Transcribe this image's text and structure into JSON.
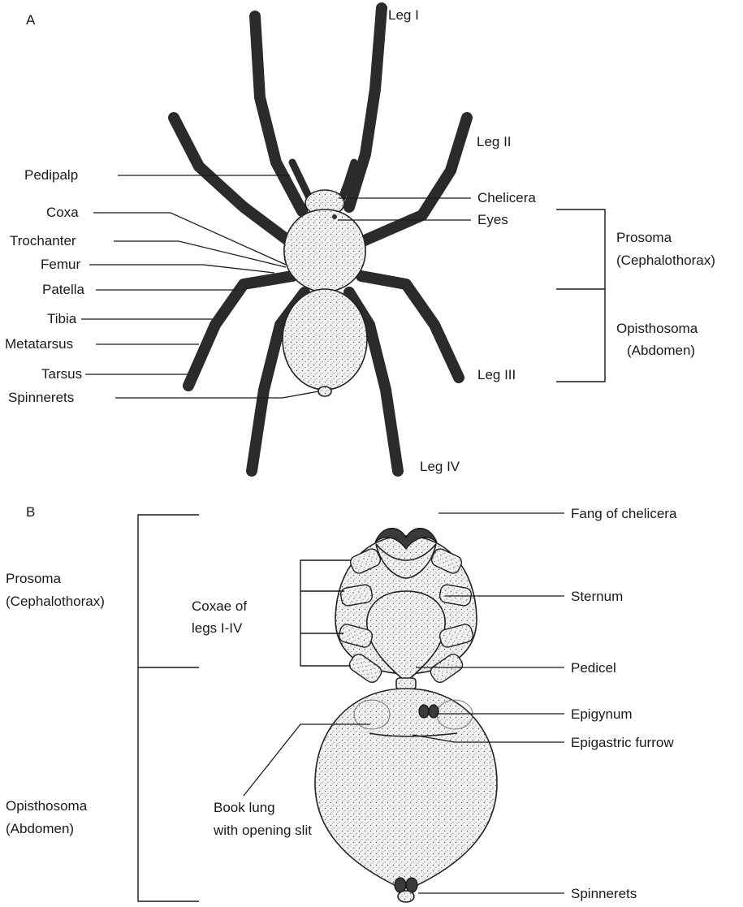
{
  "panel_a": {
    "letter": "A",
    "labels": {
      "leg1": "Leg I",
      "leg2": "Leg II",
      "leg3": "Leg III",
      "leg4": "Leg IV",
      "pedipalp": "Pedipalp",
      "coxa": "Coxa",
      "trochanter": "Trochanter",
      "femur": "Femur",
      "patella": "Patella",
      "tibia": "Tibia",
      "metatarsus": "Metatarsus",
      "tarsus": "Tarsus",
      "spinnerets": "Spinnerets",
      "chelicera": "Chelicera",
      "eyes": "Eyes",
      "prosoma_line1": "Prosoma",
      "prosoma_line2": "(Cephalothorax)",
      "opisthosoma_line1": "Opisthosoma",
      "opisthosoma_line2": "(Abdomen)"
    }
  },
  "panel_b": {
    "letter": "B",
    "labels": {
      "prosoma_line1": "Prosoma",
      "prosoma_line2": "(Cephalothorax)",
      "opisthosoma_line1": "Opisthosoma",
      "opisthosoma_line2": "(Abdomen)",
      "coxae_line1": "Coxae of",
      "coxae_line2": "legs I-IV",
      "book_lung_line1": "Book lung",
      "book_lung_line2": "with opening slit",
      "fang": "Fang of chelicera",
      "sternum": "Sternum",
      "pedicel": "Pedicel",
      "epigynum": "Epigynum",
      "epigastric_furrow": "Epigastric furrow",
      "spinnerets": "Spinnerets"
    }
  }
}
